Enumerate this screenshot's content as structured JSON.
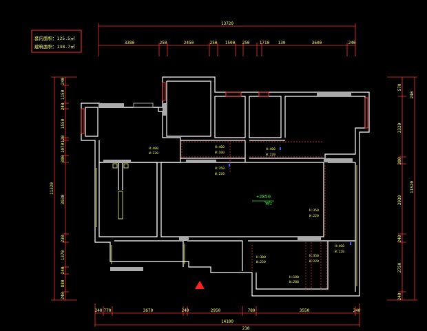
{
  "area_box": {
    "line1": "套内面积：125.5㎡",
    "line2": "建筑面积：138.7㎡"
  },
  "top_dims": {
    "total": "13720",
    "segments": [
      "3380",
      "250",
      "2450",
      "250",
      "1500",
      "250",
      "1710",
      "130",
      "3600",
      "240"
    ]
  },
  "bottom_dims": {
    "segments": [
      "240",
      "770",
      "3670",
      "240",
      "2950",
      "780",
      "3550",
      "240"
    ],
    "total": "14100",
    "sub_total": "210"
  },
  "left_dims": {
    "segments": [
      "240",
      "1150",
      "240",
      "1550",
      "120",
      "1070",
      "300",
      "3930",
      "230",
      "1370",
      "240",
      "880",
      "240"
    ],
    "total": "11320"
  },
  "right_dims": {
    "segments": [
      "570",
      "3320",
      "300",
      "3930",
      "240",
      "2750",
      "240"
    ],
    "total": "11520",
    "outer_top": "240"
  },
  "elevation": {
    "value": "+2850",
    "sub": "Y/Z"
  },
  "window_tags": [
    {
      "h": "H:400",
      "w": "W:220"
    },
    {
      "h": "H:400",
      "w": "W:100"
    },
    {
      "h": "H:400",
      "w": "W:220"
    },
    {
      "h": "H:350",
      "w": "W:220"
    },
    {
      "h": "H:350",
      "w": "W:220"
    },
    {
      "h": "H:400",
      "w": "W:220"
    },
    {
      "h": "H:300",
      "w": "W:220"
    },
    {
      "h": "H:350",
      "w": "W:220"
    },
    {
      "h": "H:100",
      "w": "W:200"
    }
  ],
  "colors": {
    "wall": "#ffffff",
    "dimension": "#ff3030",
    "dimension_text": "#ffff66",
    "window": "#aaaaaa",
    "elevation": "#22ee22",
    "entrance_marker": "#ff2020",
    "annotation": "#ffff66",
    "hidden_line": "#ff3030"
  }
}
